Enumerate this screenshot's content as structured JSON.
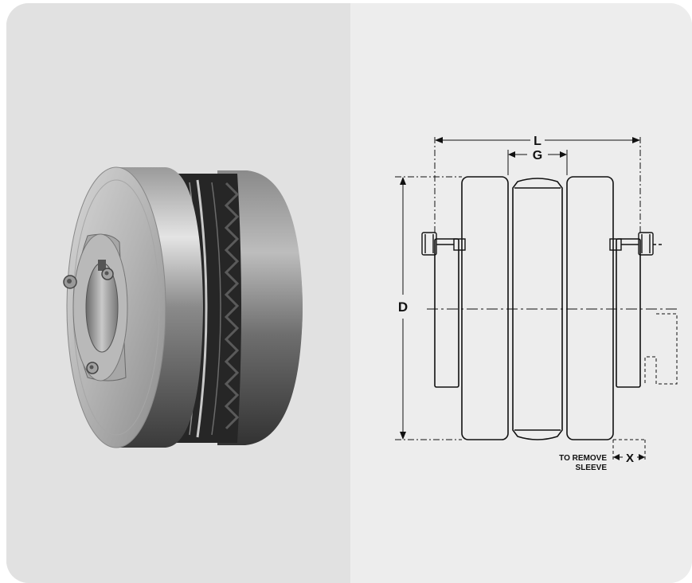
{
  "diagram": {
    "dimension_labels": {
      "length": "L",
      "gap": "G",
      "diameter": "D",
      "removal_clearance": "X"
    },
    "note": {
      "line1": "TO REMOVE",
      "line2": "SLEEVE"
    }
  },
  "colors": {
    "left_panel": "#e1e1e1",
    "right_panel": "#ededed",
    "metal_light": "#cfcfcf",
    "metal_dark": "#4a4a4a",
    "sleeve_dark": "#262626",
    "line": "#111111"
  }
}
